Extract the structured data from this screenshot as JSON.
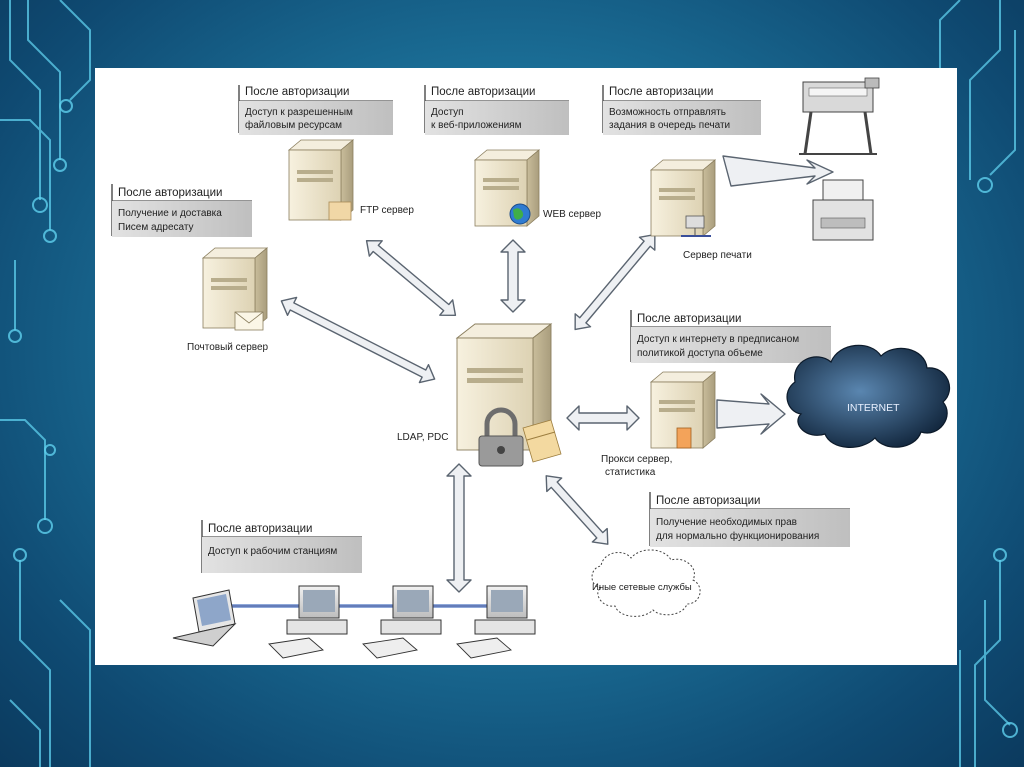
{
  "callouts": {
    "ftp": {
      "header": "После авторизации",
      "lines": [
        "Доступ к разрешенным",
        "файловым ресурсам"
      ]
    },
    "web": {
      "header": "После авторизации",
      "lines": [
        "Доступ",
        "к веб-приложениям"
      ]
    },
    "print": {
      "header": "После авторизации",
      "lines": [
        "Возможность отправлять",
        "задания в очередь печати"
      ]
    },
    "mail": {
      "header": "После авторизации",
      "lines": [
        "Получение и доставка",
        "Писем адресату"
      ]
    },
    "proxy": {
      "header": "После авторизации",
      "lines": [
        "Доступ к интернету в предписаном",
        "политикой доступа объеме"
      ]
    },
    "rights": {
      "header": "После авторизации",
      "lines": [
        "Получение необходимых прав",
        "для нормально функционирования"
      ]
    },
    "stations": {
      "header": "После авторизации",
      "lines": [
        "Доступ к рабочим станциям"
      ]
    }
  },
  "labels": {
    "ftp_server": "FTP сервер",
    "web_server": "WEB сервер",
    "print_server": "Сервер печати",
    "mail_server": "Почтовый сервер",
    "ldap": "LDAP, PDC",
    "proxy_line1": "Прокси сервер,",
    "proxy_line2": "статистика",
    "internet": "INTERNET",
    "other_services": "Иные сетевые службы"
  },
  "colors": {
    "callout_header": "#f2f2f2",
    "callout_body": "#d4d4d4",
    "server_body": "#efe7cf",
    "arrow_fill": "#eef0f3",
    "cloud": "#1f3a55",
    "lan_line": "#8fa8d8"
  }
}
